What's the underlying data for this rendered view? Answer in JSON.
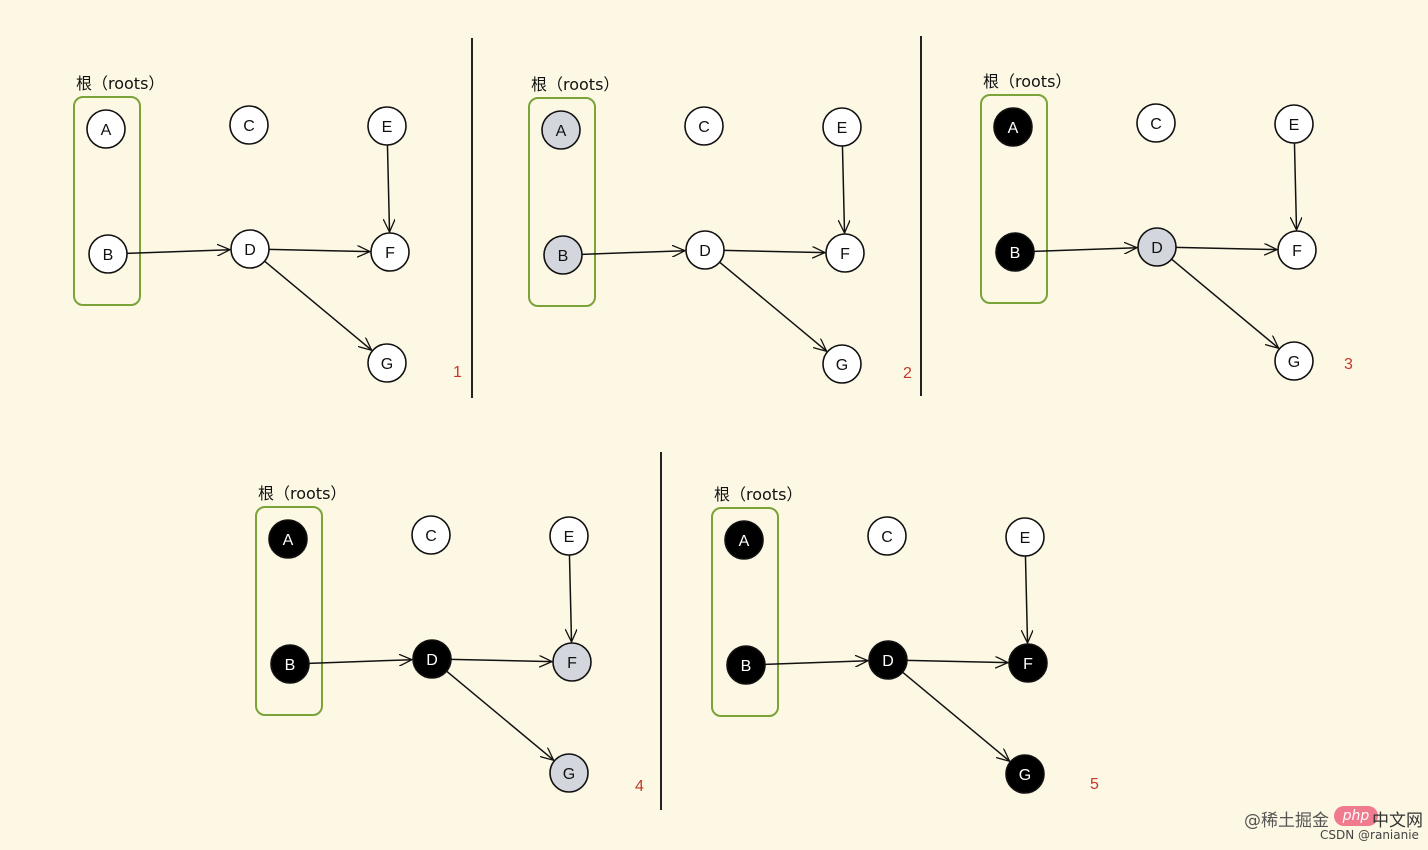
{
  "root_label": "根（roots）",
  "colors": {
    "background": "#fdf8e4",
    "root_box": "#7aa33a",
    "step_number": "#c0392b",
    "white": "#ffffff",
    "gray": "#d3d6dd",
    "black": "#000000"
  },
  "panels": [
    {
      "step": "1",
      "nodes": {
        "A": "white",
        "B": "white",
        "C": "white",
        "D": "white",
        "E": "white",
        "F": "white",
        "G": "white"
      }
    },
    {
      "step": "2",
      "nodes": {
        "A": "gray",
        "B": "gray",
        "C": "white",
        "D": "white",
        "E": "white",
        "F": "white",
        "G": "white"
      }
    },
    {
      "step": "3",
      "nodes": {
        "A": "black",
        "B": "black",
        "C": "white",
        "D": "gray",
        "E": "white",
        "F": "white",
        "G": "white"
      }
    },
    {
      "step": "4",
      "nodes": {
        "A": "black",
        "B": "black",
        "C": "white",
        "D": "black",
        "E": "white",
        "F": "gray",
        "G": "gray"
      }
    },
    {
      "step": "5",
      "nodes": {
        "A": "black",
        "B": "black",
        "C": "white",
        "D": "black",
        "E": "white",
        "F": "black",
        "G": "black"
      }
    }
  ],
  "edges": [
    [
      "B",
      "D"
    ],
    [
      "D",
      "F"
    ],
    [
      "D",
      "G"
    ],
    [
      "E",
      "F"
    ]
  ],
  "watermark": {
    "site": "@稀土掘金",
    "badge": "php",
    "site_suffix": "中文网",
    "csdn": "CSDN @ranianie"
  }
}
